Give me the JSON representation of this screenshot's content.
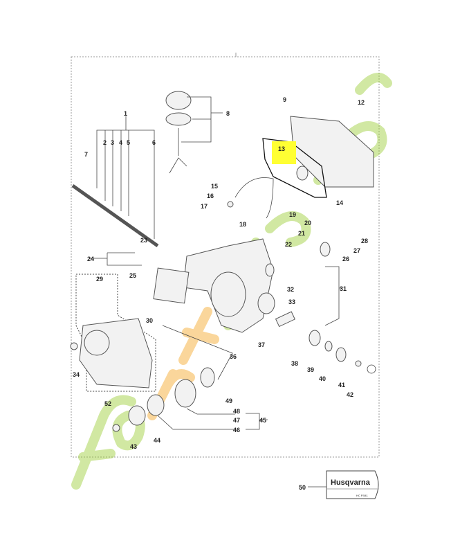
{
  "diagram": {
    "title": "Husqvarna cutter arm exploded parts diagram",
    "highlighted_part": "13",
    "highlight_color": "#ffff33",
    "part_labels": [
      "1",
      "2",
      "3",
      "4",
      "5",
      "6",
      "7",
      "8",
      "9",
      "12",
      "13",
      "14",
      "15",
      "16",
      "17",
      "18",
      "19",
      "20",
      "21",
      "22",
      "23",
      "24",
      "25",
      "26",
      "27",
      "28",
      "29",
      "30",
      "31",
      "32",
      "33",
      "34",
      "36",
      "37",
      "38",
      "39",
      "40",
      "41",
      "42",
      "43",
      "44",
      "45",
      "46",
      "47",
      "48",
      "49",
      "50",
      "52"
    ],
    "decal_brand": "Husqvarna",
    "decal_small_text": "HC P.541",
    "watermark": "foretjardin.com",
    "watermark_colors": [
      "#9acd32",
      "#f5a623"
    ]
  }
}
